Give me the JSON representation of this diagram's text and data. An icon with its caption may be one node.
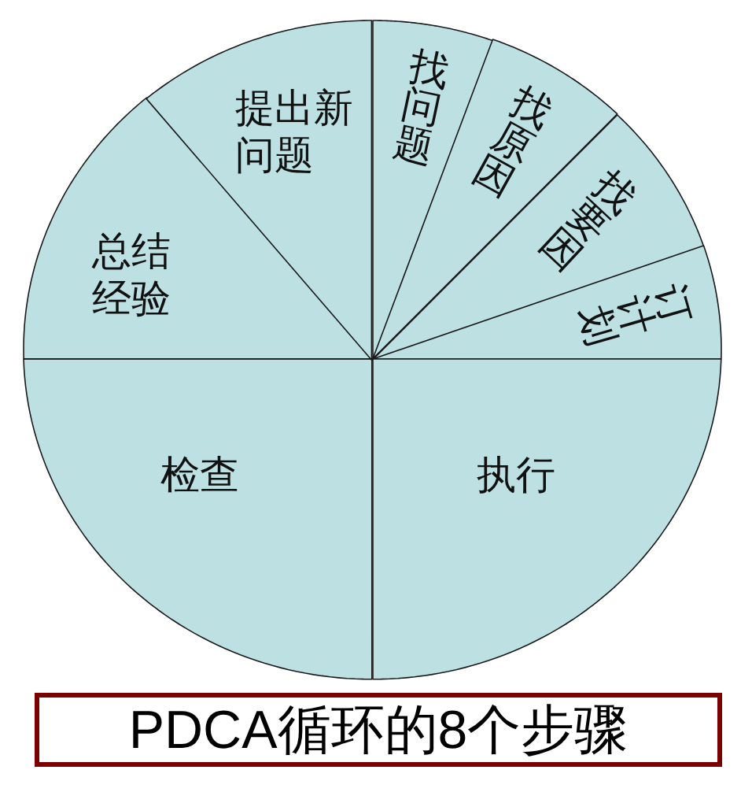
{
  "diagram": {
    "caption": "PDCA循环的8个步骤",
    "nodes": [
      {
        "text": [
          "找问题"
        ]
      },
      {
        "text": [
          "找原因"
        ]
      },
      {
        "text": [
          "找要因"
        ]
      },
      {
        "text": [
          "订计划"
        ]
      },
      {
        "text": [
          "执行"
        ]
      },
      {
        "text": [
          "检查"
        ]
      },
      {
        "text": [
          "总结经验"
        ]
      },
      {
        "text": [
          "提出新问题"
        ]
      }
    ]
  }
}
